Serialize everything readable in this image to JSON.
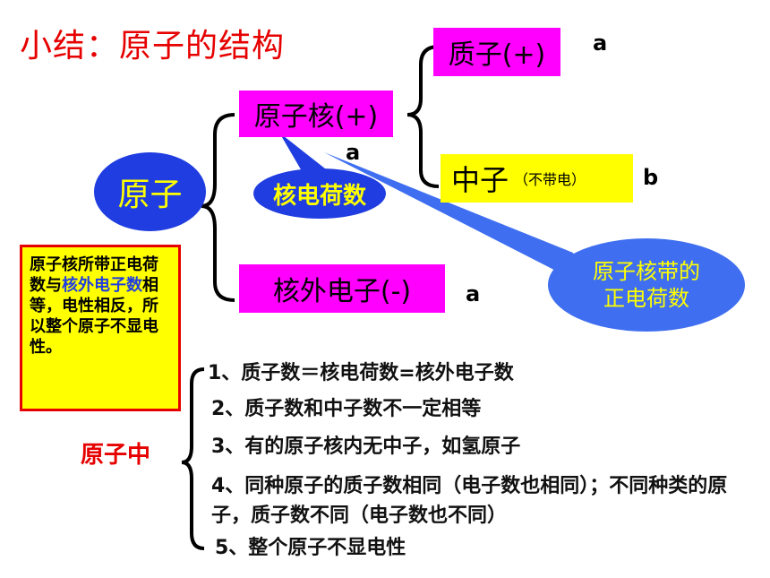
{
  "title": "小结：原子的结构",
  "atom_label": "原子",
  "nucleus_label": "原子核(+)",
  "proton_label": "质子(+)",
  "neutron_label": "中子",
  "neutron_note": "（不带电）",
  "electron_label": "核外电子(-)",
  "nuclear_charge_label": "核电荷数",
  "callout_label": [
    "原子核带的",
    "正电荷数"
  ],
  "grades": {
    "proton": "a",
    "nucleus": "a",
    "neutron": "b",
    "electron": "a"
  },
  "note": {
    "part1": "原子核所带正电荷数与",
    "highlight1": "核外电子",
    "highlight2": "数",
    "part2": "相等，电性相反，所以整个原子不显电性。"
  },
  "summary_label": "原子中",
  "summary_items": [
    "1、质子数＝核电荷数=核外电子数",
    "2、质子数和中子数不一定相等",
    "3、有的原子核内无中子，如氢原子",
    "4、同种原子的质子数相同（电子数也相同）；不同种类的原子，质子数不同（电子数也不同）",
    "5、整个原子不显电性"
  ],
  "colors": {
    "title": "#e60000",
    "magenta": "#ff00ff",
    "yellow": "#ffff00",
    "oval_blue": "#1f3de0",
    "callout_blue": "#3f6ff0"
  }
}
